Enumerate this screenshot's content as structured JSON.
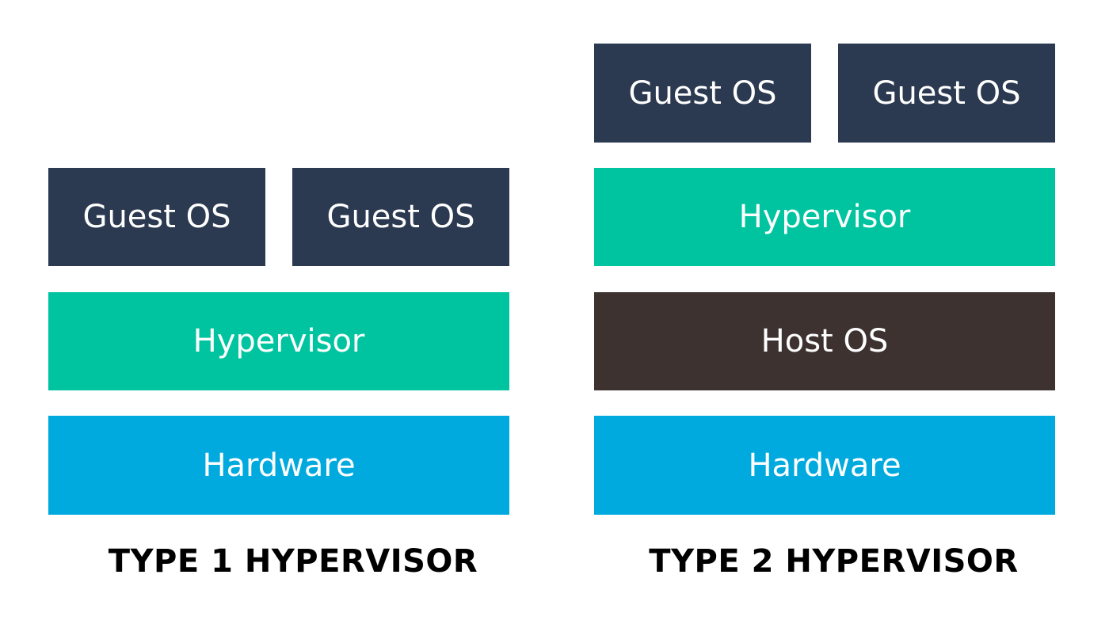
{
  "colors": {
    "guest_os": "#2b3a51",
    "hypervisor": "#00c4a0",
    "host_os": "#3e3231",
    "hardware": "#00a9de",
    "text_on_block": "#ffffff",
    "caption": "#000000"
  },
  "type1": {
    "guest_os_1": "Guest OS",
    "guest_os_2": "Guest OS",
    "hypervisor": "Hypervisor",
    "hardware": "Hardware",
    "caption": "TYPE 1 HYPERVISOR"
  },
  "type2": {
    "guest_os_1": "Guest OS",
    "guest_os_2": "Guest OS",
    "hypervisor": "Hypervisor",
    "host_os": "Host OS",
    "hardware": "Hardware",
    "caption": "TYPE 2 HYPERVISOR"
  }
}
